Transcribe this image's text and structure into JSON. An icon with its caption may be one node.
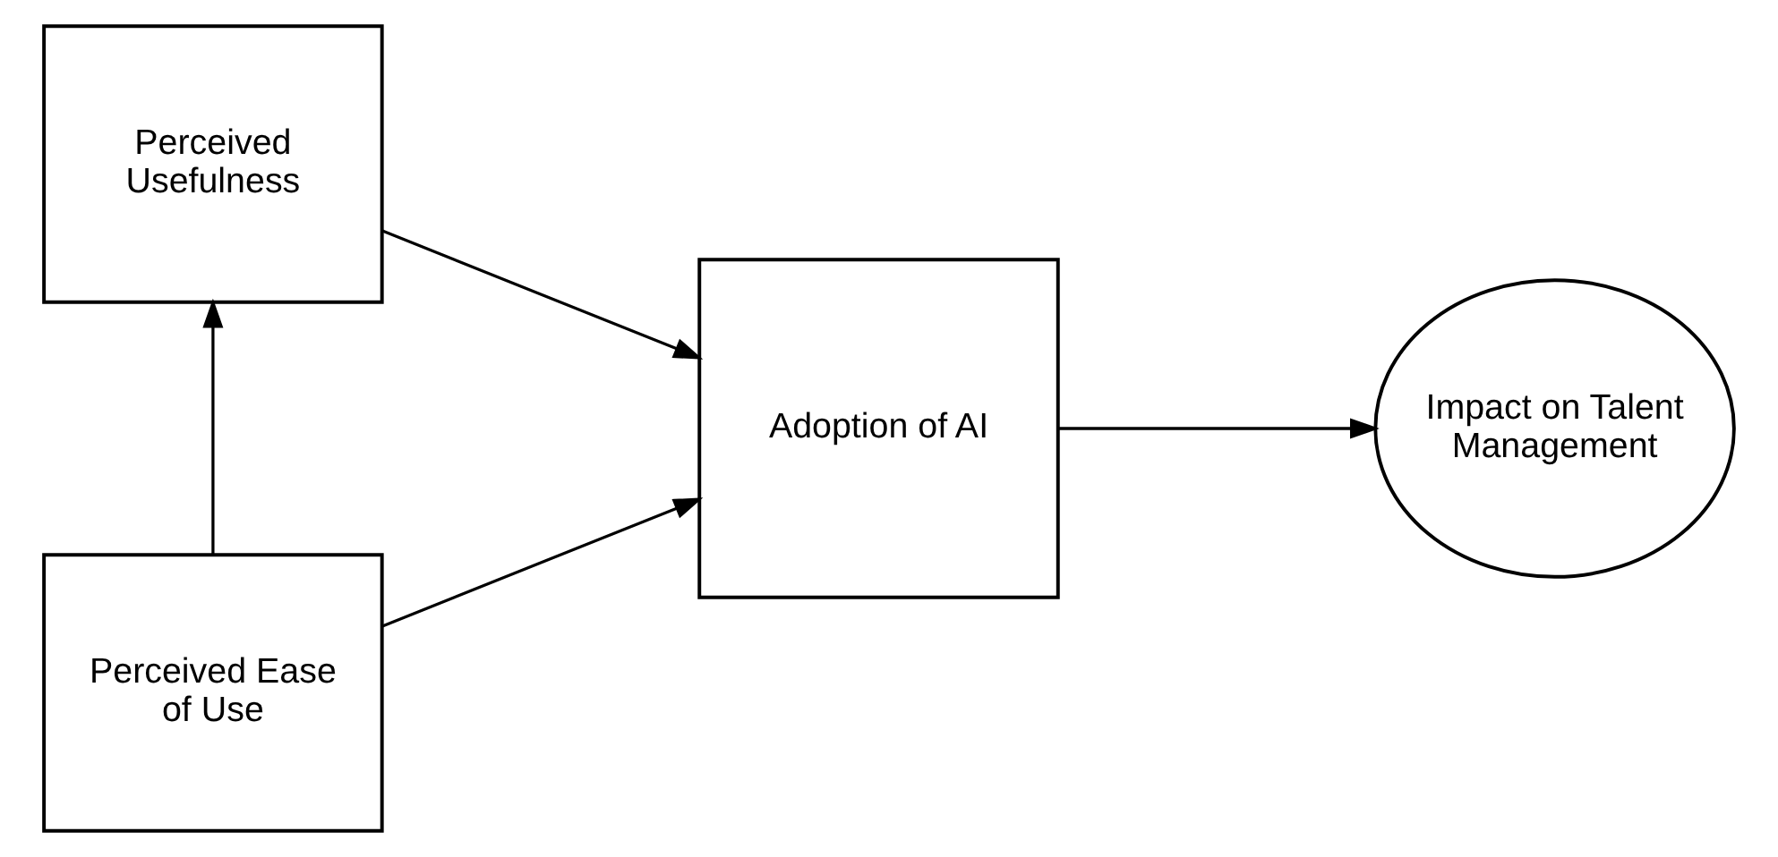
{
  "diagram": {
    "nodes": [
      {
        "text": [
          "Perceived Usefulness"
        ]
      },
      {
        "text": [
          "Perceived Ease of Use"
        ]
      },
      {
        "text": [
          "Adoption of AI"
        ]
      },
      {
        "text": [
          "Impact on Talent Management"
        ]
      }
    ],
    "edges": [
      {
        "from": 1,
        "to": 0,
        "arrow": "to"
      },
      {
        "from": 0,
        "to": 2,
        "arrow": "to"
      },
      {
        "from": 1,
        "to": 2,
        "arrow": "to"
      },
      {
        "from": 2,
        "to": 3,
        "arrow": "to"
      }
    ]
  }
}
